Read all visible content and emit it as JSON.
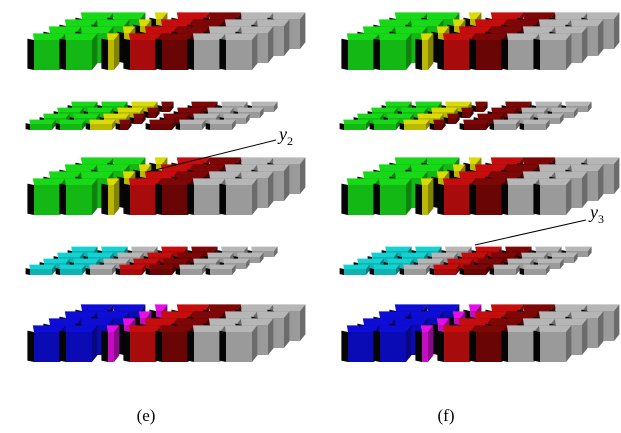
{
  "figure": {
    "labels": {
      "panel_e": "(e)",
      "panel_f": "(f)",
      "y2_base": "y",
      "y2_sub": "2",
      "y3_base": "y",
      "y3_sub": "3"
    },
    "colors": {
      "gray": "#9a9a9a",
      "green": "#14b814",
      "yellow": "#b9b904",
      "red": "#a80b0b",
      "dark_red": "#6a0505",
      "cyan": "#10b2b2",
      "blue": "#0b0bb5",
      "magenta": "#c20dc2",
      "shadow": "#050505"
    }
  }
}
